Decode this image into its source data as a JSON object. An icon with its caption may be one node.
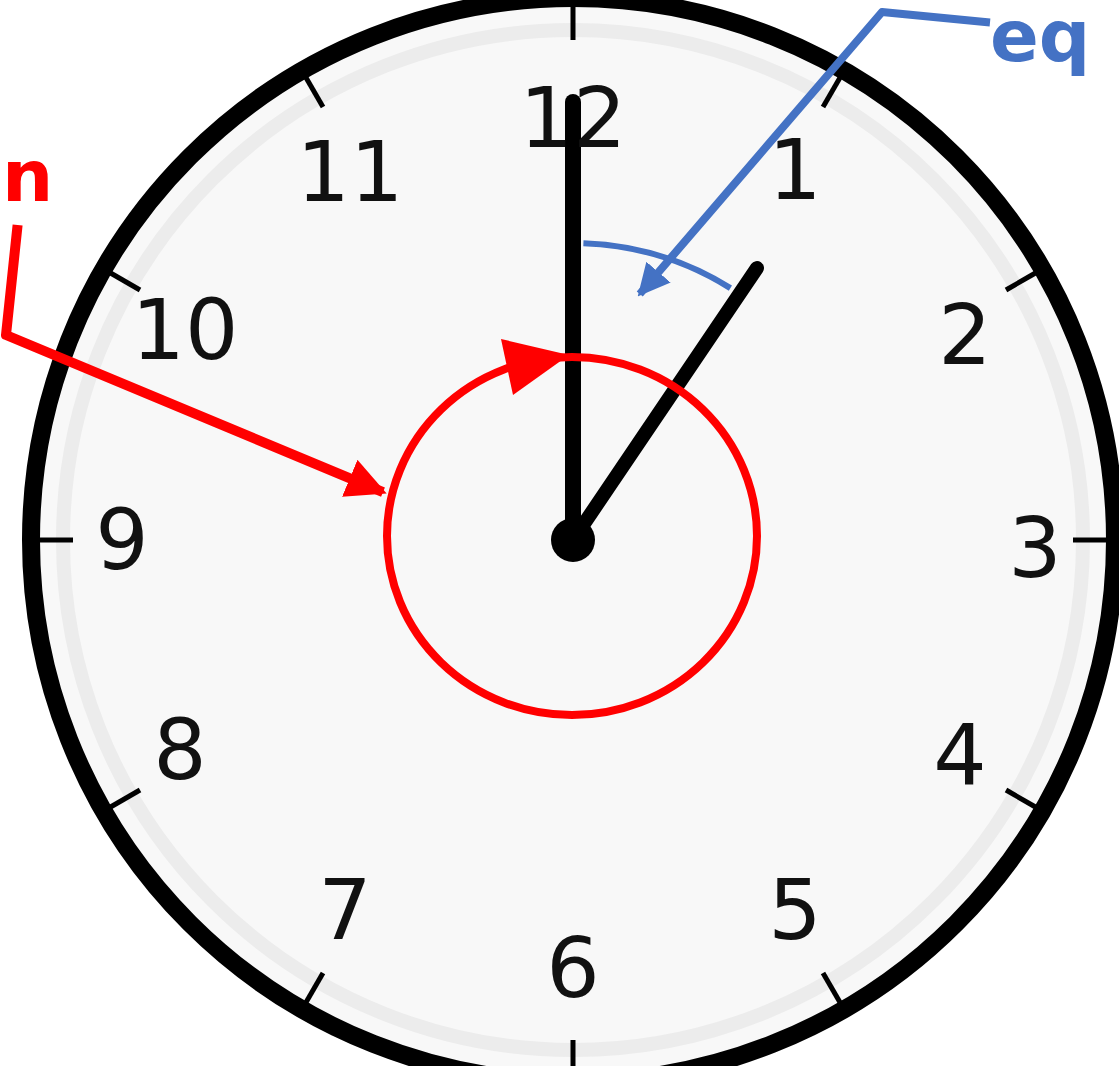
{
  "diagram": {
    "nodes": [
      {
        "text": [
          "n"
        ]
      },
      {
        "text": [
          "eq"
        ]
      },
      {
        "text": [],
        "shape": "circle"
      },
      {
        "text": [],
        "shape": "arc"
      }
    ],
    "edges": [
      {
        "from": 0,
        "to": 2,
        "arrow": "to",
        "color": "#ff0000"
      },
      {
        "from": 1,
        "to": 3,
        "arrow": "to",
        "color": "#4472c4"
      }
    ],
    "labels": [
      "12",
      "1",
      "2",
      "3",
      "4",
      "5",
      "6",
      "7",
      "8",
      "9",
      "10",
      "11"
    ]
  }
}
